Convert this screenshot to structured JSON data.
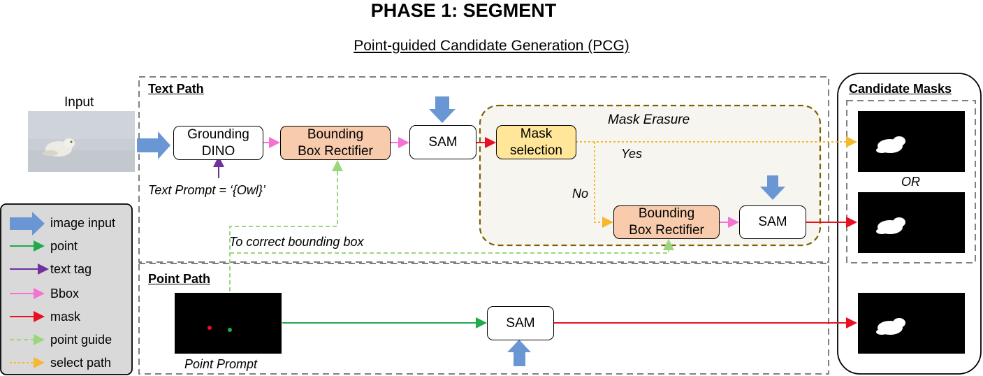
{
  "title": "PHASE 1: SEGMENT",
  "subtitle": "Point-guided Candidate Generation (PCG)",
  "input_label": "Input",
  "text_path": {
    "label": "Text Path",
    "grounding_dino": "Grounding\nDINO",
    "bbox_rectifier": "Bounding\nBox Rectifier",
    "sam": "SAM",
    "text_prompt": "Text Prompt = ‘{Owl}’",
    "correct_label": "To correct bounding box"
  },
  "mask_erasure": {
    "label": "Mask Erasure",
    "mask_selection": "Mask\nselection",
    "yes": "Yes",
    "no": "No",
    "bbox_rectifier": "Bounding\nBox Rectifier",
    "sam": "SAM"
  },
  "point_path": {
    "label": "Point Path",
    "sam": "SAM",
    "point_prompt": "Point Prompt"
  },
  "candidate_masks": {
    "label": "Candidate Masks",
    "or": "OR"
  },
  "legend": [
    {
      "label": "image input",
      "kind": "block-arrow",
      "color": "#6a97d4"
    },
    {
      "label": "point",
      "kind": "solid",
      "color": "#22a94b"
    },
    {
      "label": "text tag",
      "kind": "solid",
      "color": "#7030a0"
    },
    {
      "label": "Bbox",
      "kind": "solid",
      "color": "#f472d0"
    },
    {
      "label": "mask",
      "kind": "solid",
      "color": "#e81123"
    },
    {
      "label": "point guide",
      "kind": "dashed",
      "color": "#9bd67e"
    },
    {
      "label": "select path",
      "kind": "dotted",
      "color": "#f5b82e"
    }
  ],
  "colors": {
    "image_input": "#6a97d4",
    "point": "#22a94b",
    "text_tag": "#7030a0",
    "bbox": "#f472d0",
    "mask": "#e81123",
    "point_guide": "#9bd67e",
    "select_path": "#f5b82e",
    "bbox_fill": "#f8cbad",
    "mask_selection_fill": "#ffe699",
    "erasure_border": "#7f6000",
    "erasure_fill": "#f7f5f0"
  }
}
